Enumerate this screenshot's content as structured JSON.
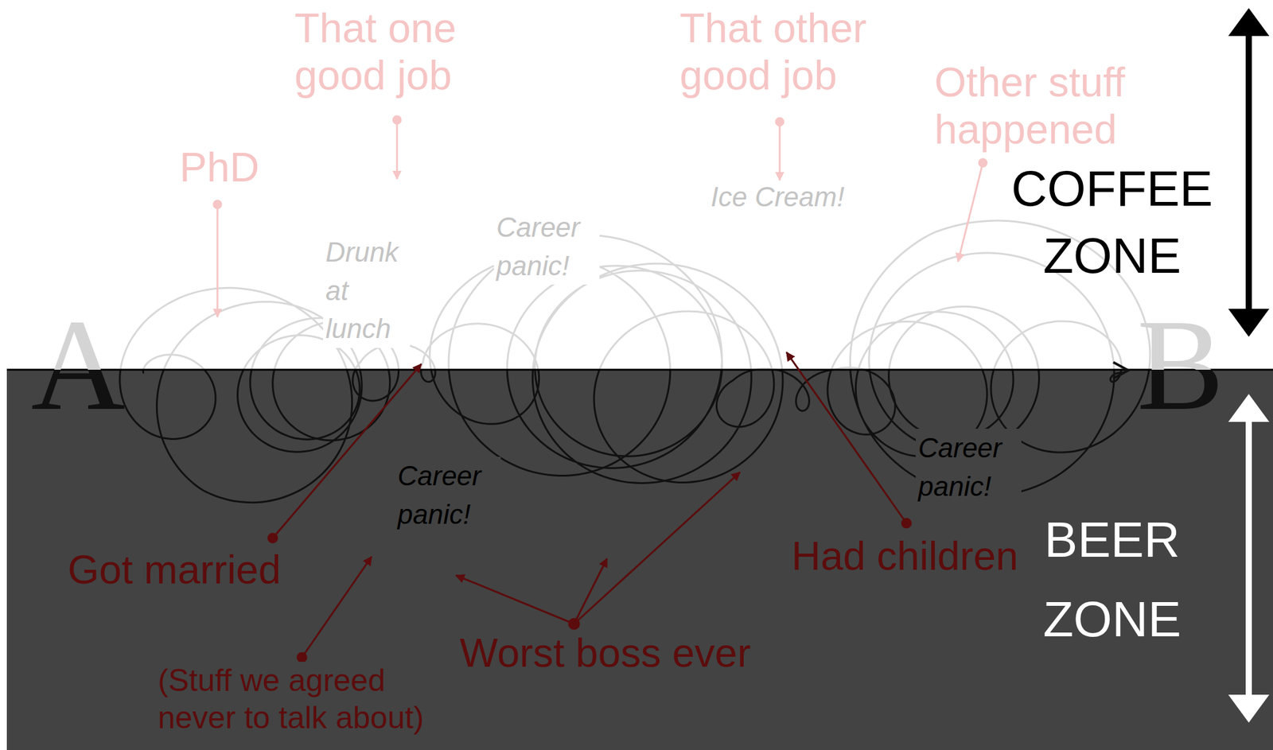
{
  "diagram": {
    "nodes": [
      {
        "text": [
          "COFFEE ZONE"
        ]
      },
      {
        "text": [
          "BEER ZONE"
        ]
      }
    ],
    "labels": [
      "PhD",
      "That one good job",
      "That other good job",
      "Other stuff happened",
      "Drunk at lunch",
      "Career panic!",
      "Ice Cream!",
      "A",
      "B",
      "Career panic!",
      "Career panic!",
      "Got married",
      "Had children",
      "Worst boss ever",
      "(Stuff we agreed never to talk about)"
    ]
  }
}
